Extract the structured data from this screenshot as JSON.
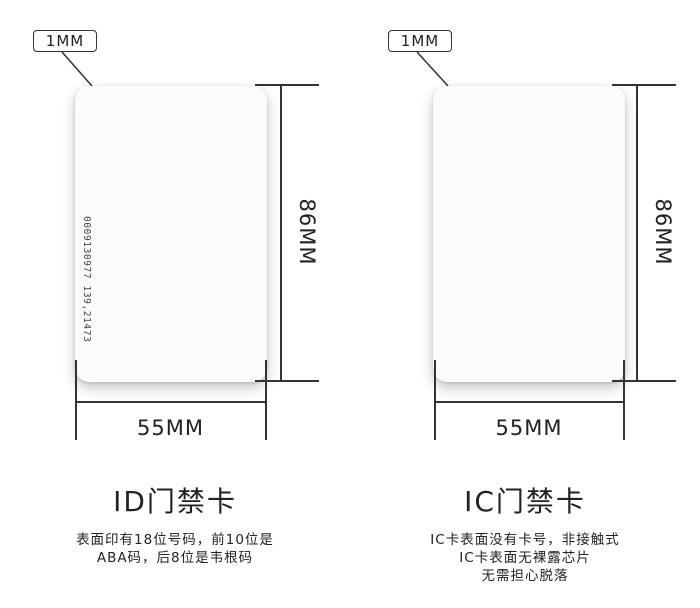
{
  "left_panel": {
    "thickness_tag": "1MM",
    "card_number": "0009130977  139,21473",
    "height_label": "86MM",
    "width_label": "55MM",
    "title": "ID门禁卡",
    "desc_lines": [
      "表面印有18位号码，前10位是",
      "ABA码，后8位是韦根码"
    ]
  },
  "right_panel": {
    "thickness_tag": "1MM",
    "height_label": "86MM",
    "width_label": "55MM",
    "title": "IC门禁卡",
    "desc_lines": [
      "IC卡表面没有卡号，非接触式",
      "IC卡表面无裸露芯片",
      "无需担心脱落"
    ]
  }
}
